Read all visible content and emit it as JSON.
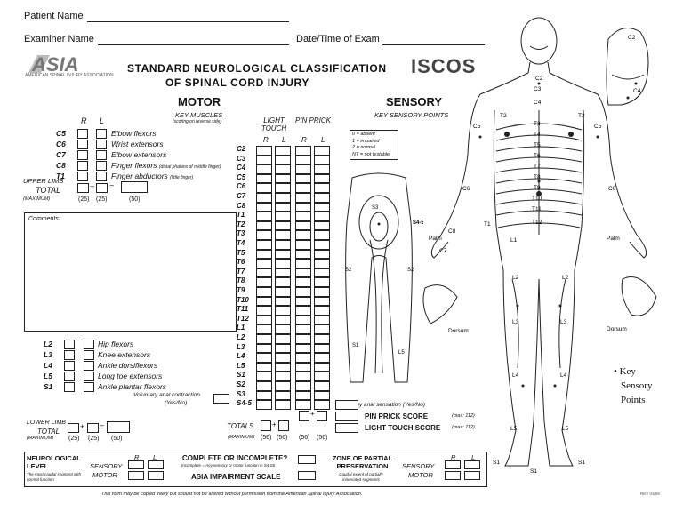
{
  "header": {
    "patient_name_label": "Patient Name",
    "examiner_name_label": "Examiner Name",
    "date_time_label": "Date/Time of Exam",
    "title_line1": "STANDARD NEUROLOGICAL CLASSIFICATION",
    "title_line2": "OF SPINAL CORD INJURY",
    "asia_logo": "ASIA",
    "asia_sub": "AMERICAN SPINAL INJURY ASSOCIATION",
    "iscos_logo": "ISCOS"
  },
  "motor": {
    "title": "MOTOR",
    "subtitle": "KEY MUSCLES",
    "note": "(scoring on reverse side)",
    "col_r": "R",
    "col_l": "L",
    "upper": [
      {
        "level": "C5",
        "muscle": "Elbow flexors",
        "note": ""
      },
      {
        "level": "C6",
        "muscle": "Wrist extensors",
        "note": ""
      },
      {
        "level": "C7",
        "muscle": "Elbow extensors",
        "note": ""
      },
      {
        "level": "C8",
        "muscle": "Finger flexors",
        "note": "(distal phalanx of middle finger)"
      },
      {
        "level": "T1",
        "muscle": "Finger abductors",
        "note": "(little finger)"
      }
    ],
    "upper_total_label1": "UPPER LIMB",
    "upper_total_label2": "TOTAL",
    "upper_total_max": "(MAXIMUM)",
    "upper_max_r": "(25)",
    "upper_max_l": "(25)",
    "upper_max_sum": "(50)",
    "lower": [
      {
        "level": "L2",
        "muscle": "Hip flexors"
      },
      {
        "level": "L3",
        "muscle": "Knee extensors"
      },
      {
        "level": "L4",
        "muscle": "Ankle dorsiflexors"
      },
      {
        "level": "L5",
        "muscle": "Long toe extensors"
      },
      {
        "level": "S1",
        "muscle": "Ankle plantar flexors"
      }
    ],
    "lower_total_label1": "LOWER LIMB",
    "lower_total_label2": "TOTAL",
    "lower_total_max": "(MAXIMUM)",
    "lower_max_r": "(25)",
    "lower_max_l": "(25)",
    "lower_max_sum": "(50)",
    "voluntary": "Voluntary anal contraction",
    "yes_no": "(Yes/No)",
    "comments_label": "Comments:",
    "plus": "+",
    "equals": "="
  },
  "sensory": {
    "title": "SENSORY",
    "subtitle": "KEY SENSORY POINTS",
    "light_touch": "LIGHT TOUCH",
    "pin_prick": "PIN PRICK",
    "col_r": "R",
    "col_l": "L",
    "levels": [
      "C2",
      "C3",
      "C4",
      "C5",
      "C6",
      "C7",
      "C8",
      "T1",
      "T2",
      "T3",
      "T4",
      "T5",
      "T6",
      "T7",
      "T8",
      "T9",
      "T10",
      "T11",
      "T12",
      "L1",
      "L2",
      "L3",
      "L4",
      "L5",
      "S1",
      "S2",
      "S3",
      "S4-5"
    ],
    "legend": [
      "0 = absent",
      "1 = impaired",
      "2 = normal",
      "NT = not testable"
    ],
    "any_anal": "Any anal sensation (Yes/No)",
    "totals_label": "TOTALS",
    "totals_max": "(MAXIMUM)",
    "max56": "(56)",
    "pin_prick_score": "PIN PRICK SCORE",
    "light_touch_score": "LIGHT TOUCH SCORE",
    "max112": "(max: 112)"
  },
  "bottom": {
    "neuro_level": "NEUROLOGICAL LEVEL",
    "neuro_note": "The most caudal segment with normal function",
    "sensory": "SENSORY",
    "motor": "MOTOR",
    "r": "R",
    "l": "L",
    "complete": "COMPLETE OR INCOMPLETE?",
    "complete_note": "Incomplete = Any sensory or motor function in S4-S5",
    "asia_scale": "ASIA IMPAIRMENT SCALE",
    "zone": "ZONE OF PARTIAL PRESERVATION",
    "zone_note": "Caudal extent of partially innervated segments",
    "footer": "This form may be copied freely but should not be altered without permission from the American Spinal Injury Association.",
    "rev": "REV 03/08"
  },
  "body": {
    "key_line1": "• Key",
    "key_line2": "Sensory",
    "key_line3": "Points",
    "palm": "Palm",
    "dorsum": "Dorsum",
    "dermatomes": [
      "C2",
      "C3",
      "C4",
      "T2",
      "T3",
      "T4",
      "T5",
      "T6",
      "T7",
      "T8",
      "T9",
      "T10",
      "T11",
      "T12",
      "L1",
      "L2",
      "L3",
      "L4",
      "L5",
      "S1",
      "C5",
      "C6",
      "C7",
      "C8",
      "T1",
      "S3",
      "S4-5",
      "S2"
    ]
  }
}
